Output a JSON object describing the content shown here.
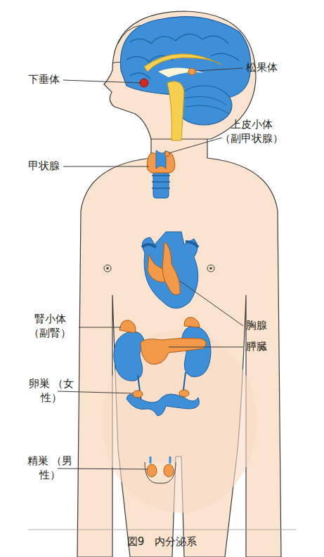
{
  "diagram": {
    "caption": "図9　内分泌系",
    "labels": [
      "下垂体",
      "松果体",
      "上皮小体 （副甲状腺）",
      "甲状腺",
      "胸腺",
      "腎小体 （副腎）",
      "膵臓",
      "卵巣 （女性）",
      "精巣 （男性）"
    ]
  }
}
